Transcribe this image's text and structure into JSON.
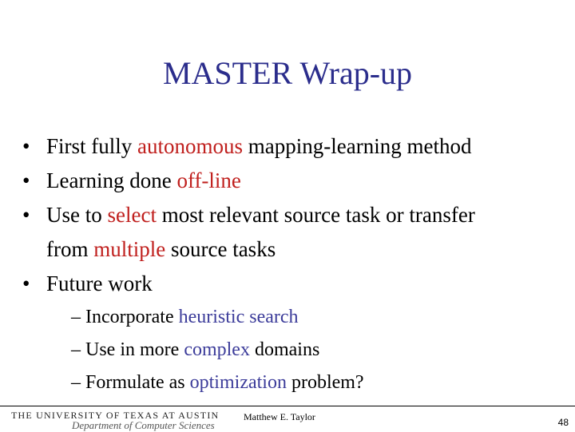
{
  "slide": {
    "title": "MASTER Wrap-up",
    "bullets": [
      {
        "marker": "•",
        "parts": [
          "First fully ",
          "autonomous",
          " mapping-learning method"
        ]
      },
      {
        "marker": "•",
        "parts": [
          "Learning done ",
          "off-line"
        ]
      },
      {
        "marker": "•",
        "parts": [
          "Use to ",
          "select",
          " most relevant source task or transfer"
        ],
        "line2": [
          "from ",
          "multiple",
          " source tasks"
        ]
      },
      {
        "marker": "•",
        "parts": [
          "Future work"
        ]
      }
    ],
    "subbullets": [
      {
        "marker": "–",
        "parts": [
          "Incorporate ",
          "heuristic search"
        ]
      },
      {
        "marker": "–",
        "parts": [
          "Use in more ",
          "complex",
          " domains"
        ]
      },
      {
        "marker": "–",
        "parts": [
          "Formulate as ",
          "optimization",
          " problem?"
        ]
      }
    ]
  },
  "footer": {
    "university": "THE UNIVERSITY OF TEXAS AT AUSTIN",
    "department": "Department of Computer Sciences",
    "author": "Matthew E. Taylor",
    "page_number": "48"
  },
  "colors": {
    "title": "#2b2d8c",
    "emphasis_red": "#c0201e",
    "emphasis_blue": "#3c3c9a"
  }
}
